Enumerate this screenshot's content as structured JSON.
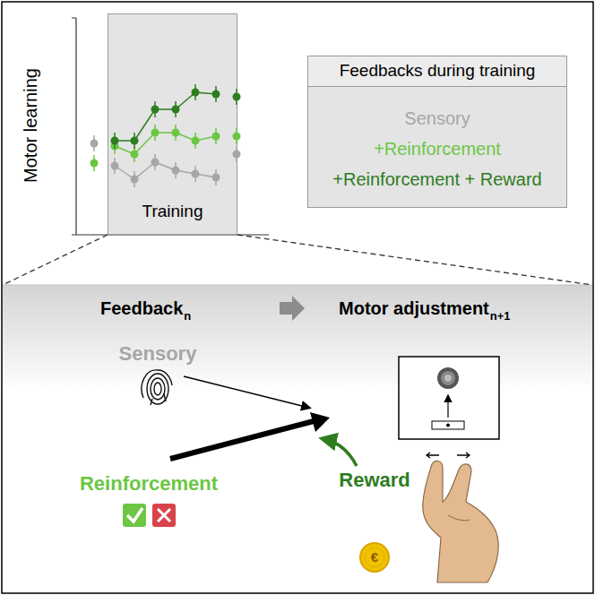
{
  "diagram": {
    "nodes": [
      {
        "text": [
          "Training"
        ]
      },
      {
        "text": [
          "Feedbacks during training"
        ]
      }
    ],
    "labels": [
      "Motor learning",
      "Feedback",
      "n",
      "Motor adjustment",
      "n+1",
      "Sensory",
      "Reinforcement",
      "Reward",
      "€"
    ],
    "legend": [
      {
        "text": "Sensory",
        "color": "#a6a6a6"
      },
      {
        "text": "+Reinforcement",
        "color": "#6cc644"
      },
      {
        "text": "+Reinforcement + Reward",
        "color": "#2e7d1f"
      }
    ]
  }
}
